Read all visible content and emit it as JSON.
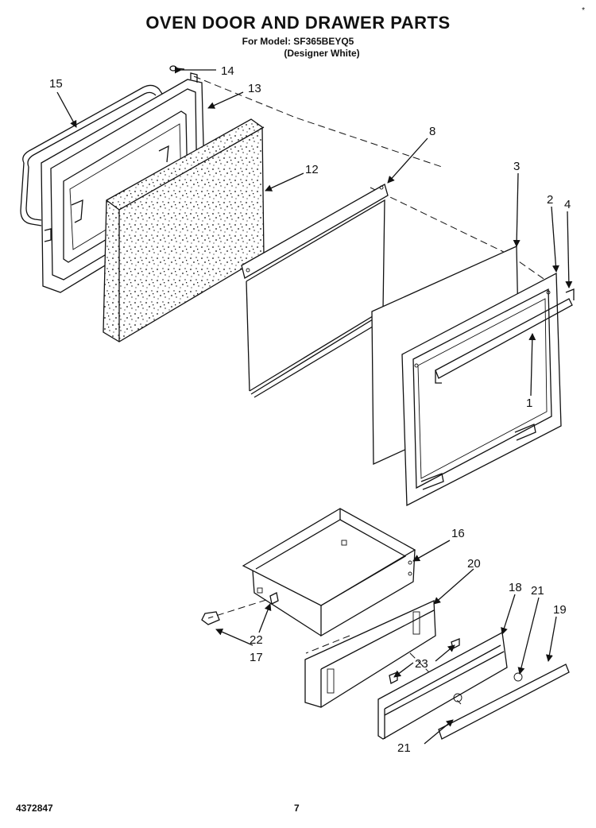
{
  "header": {
    "title": "OVEN DOOR AND DRAWER PARTS",
    "model_line": "For Model: SF365BEYQ5",
    "variant_line": "(Designer White)",
    "corner_mark": "*"
  },
  "footer": {
    "doc_number": "4372847",
    "page_number": "7"
  },
  "callouts": [
    {
      "id": "c1",
      "label": "1"
    },
    {
      "id": "c2",
      "label": "2"
    },
    {
      "id": "c3",
      "label": "3"
    },
    {
      "id": "c4",
      "label": "4"
    },
    {
      "id": "c8",
      "label": "8"
    },
    {
      "id": "c12",
      "label": "12"
    },
    {
      "id": "c13",
      "label": "13"
    },
    {
      "id": "c14",
      "label": "14"
    },
    {
      "id": "c15",
      "label": "15"
    },
    {
      "id": "c16",
      "label": "16"
    },
    {
      "id": "c17",
      "label": "17"
    },
    {
      "id": "c18",
      "label": "18"
    },
    {
      "id": "c19",
      "label": "19"
    },
    {
      "id": "c20",
      "label": "20"
    },
    {
      "id": "c21a",
      "label": "21"
    },
    {
      "id": "c21b",
      "label": "21"
    },
    {
      "id": "c22",
      "label": "22"
    },
    {
      "id": "c23",
      "label": "23"
    }
  ]
}
